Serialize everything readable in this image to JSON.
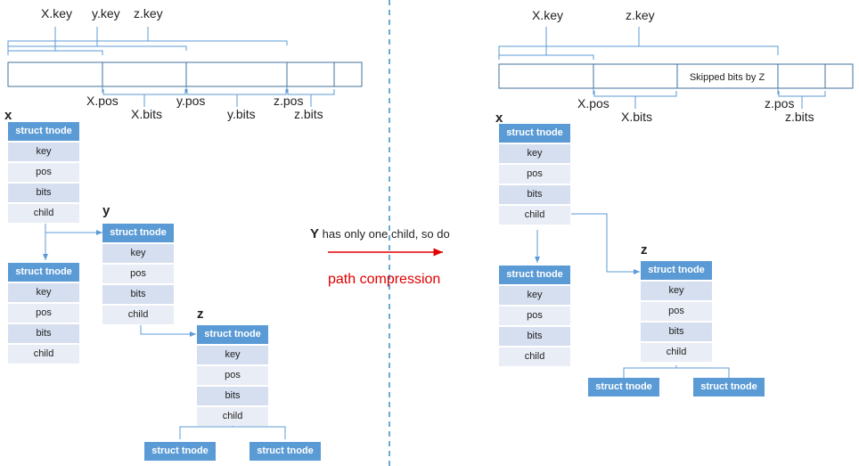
{
  "left": {
    "top_labels": {
      "x_key": "X.key",
      "y_key": "y.key",
      "z_key": "z.key"
    },
    "bottom_labels": {
      "x_pos": "X.pos",
      "x_bits": "X.bits",
      "y_pos": "y.pos",
      "y_bits": "y.bits",
      "z_pos": "z.pos",
      "z_bits": "z.bits"
    },
    "nodes": {
      "x_label": "x",
      "y_label": "y",
      "z_label": "z"
    }
  },
  "right": {
    "top_labels": {
      "x_key": "X.key",
      "z_key": "z.key"
    },
    "skipped": "Skipped bits by Z",
    "bottom_labels": {
      "x_pos": "X.pos",
      "x_bits": "X.bits",
      "z_pos": "z.pos",
      "z_bits": "z.bits"
    },
    "nodes": {
      "x_label": "x",
      "z_label": "z"
    }
  },
  "node": {
    "header": "struct tnode",
    "fields": [
      "key",
      "pos",
      "bits",
      "child"
    ]
  },
  "leaf": "struct tnode",
  "middle": {
    "line1_bold": "Y",
    "line1_rest": " has only one child, so do",
    "line2": "path compression"
  },
  "colors": {
    "node_header": "#5b9bd5",
    "field_odd": "#d5dff0",
    "field_even": "#e9edf6",
    "line": "#5b9bd5",
    "arrow": "#e00000",
    "divider": "#3b8ec2"
  }
}
